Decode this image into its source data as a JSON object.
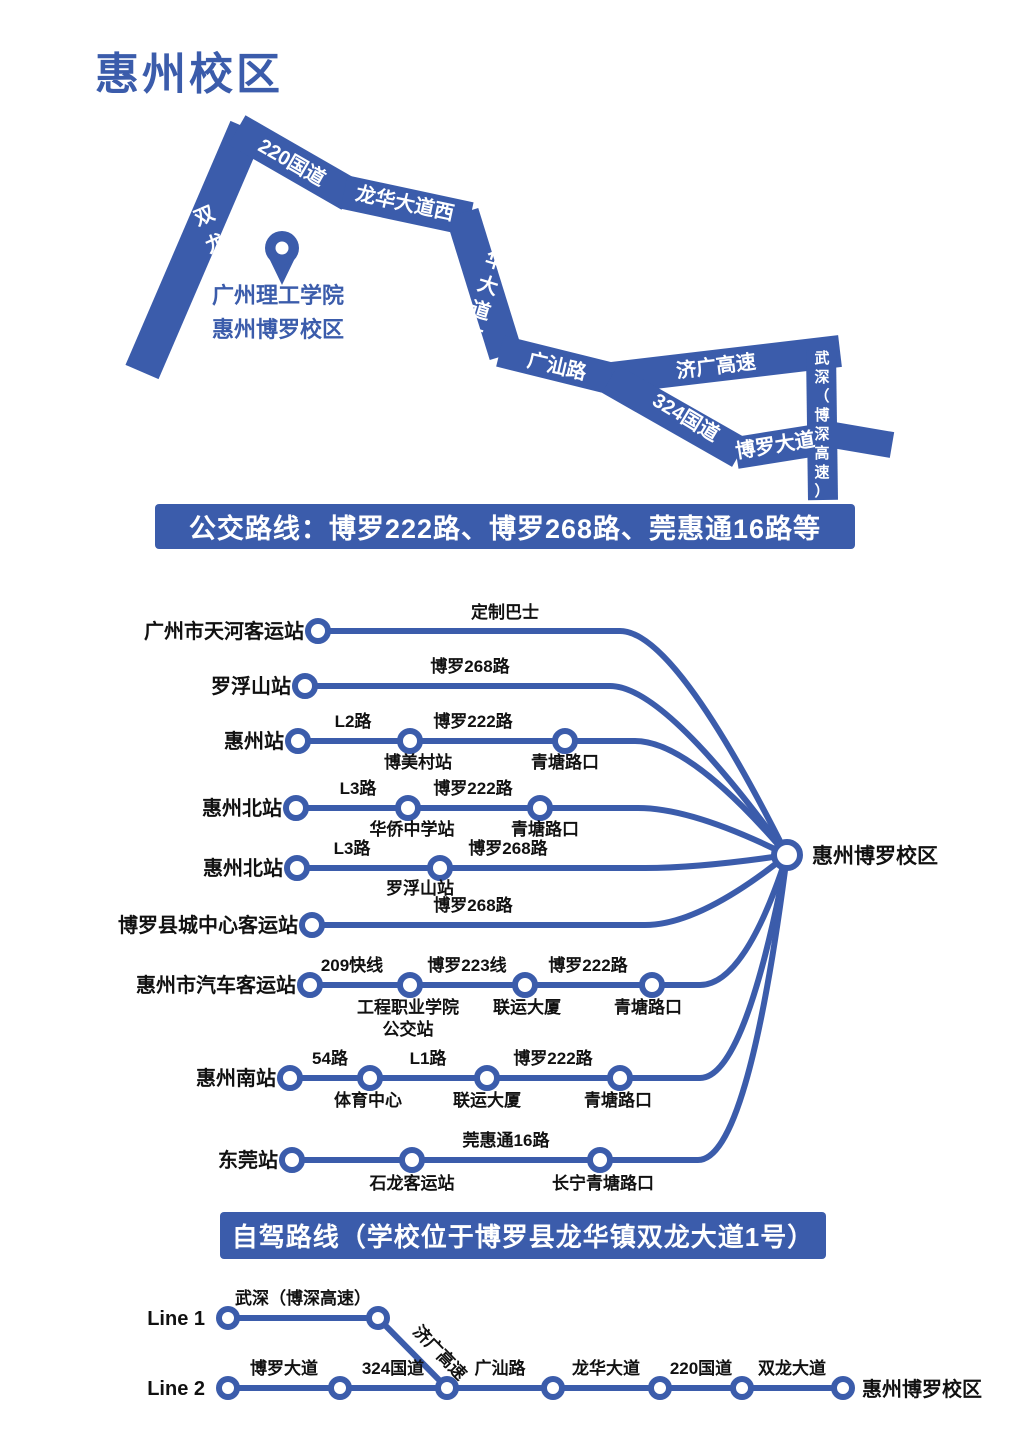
{
  "title": "惠州校区",
  "colors": {
    "primary": "#3b5cab",
    "text": "#111111"
  },
  "map": {
    "pin": {
      "line1": "广州理工学院",
      "line2": "惠州博罗校区"
    },
    "roads": {
      "shuanglong": "双龙大道",
      "g220": "220国道",
      "longhua_w": "龙华大道西",
      "longhua_e": "龙华大道东",
      "guangshan": "广汕路",
      "jiguang": "济广高速",
      "g324": "324国道",
      "boluo": "博罗大道",
      "wushen": "武深（博深高速）"
    }
  },
  "bus_banner": "公交路线：博罗222路、博罗268路、莞惠通16路等",
  "bus": {
    "hub": "惠州博罗校区",
    "routes": [
      {
        "start": "广州市天河客运站",
        "seg1": "定制巴士"
      },
      {
        "start": "罗浮山站",
        "seg1": "博罗268路"
      },
      {
        "start": "惠州站",
        "seg1": "L2路",
        "stop1": "博美村站",
        "seg2": "博罗222路",
        "stop2": "青塘路口"
      },
      {
        "start": "惠州北站",
        "seg1": "L3路",
        "stop1": "华侨中学站",
        "seg2": "博罗222路",
        "stop2": "青塘路口"
      },
      {
        "start": "惠州北站",
        "seg1": "L3路",
        "stop1": "罗浮山站",
        "seg2": "博罗268路"
      },
      {
        "start": "博罗县城中心客运站",
        "seg1": "博罗268路"
      },
      {
        "start": "惠州市汽车客运站",
        "seg1": "209快线",
        "stop1a": "工程职业学院",
        "stop1b": "公交站",
        "seg2": "博罗223线",
        "stop2": "联运大厦",
        "seg3": "博罗222路",
        "stop3": "青塘路口"
      },
      {
        "start": "惠州南站",
        "seg1": "54路",
        "stop1": "体育中心",
        "seg2": "L1路",
        "stop2": "联运大厦",
        "seg3": "博罗222路",
        "stop3": "青塘路口"
      },
      {
        "start": "东莞站",
        "seg1": "莞惠通16路",
        "stop1": "石龙客运站",
        "stop2": "长宁青塘路口"
      }
    ]
  },
  "drive_banner": "自驾路线（学校位于博罗县龙华镇双龙大道1号）",
  "drive": {
    "line1": {
      "label": "Line 1",
      "seg1": "武深（博深高速）",
      "seg2": "济广高速"
    },
    "line2": {
      "label": "Line 2",
      "seg1": "博罗大道",
      "seg2": "324国道",
      "seg3": "广汕路",
      "seg4": "龙华大道",
      "seg5": "220国道",
      "seg6": "双龙大道",
      "end": "惠州博罗校区"
    }
  }
}
